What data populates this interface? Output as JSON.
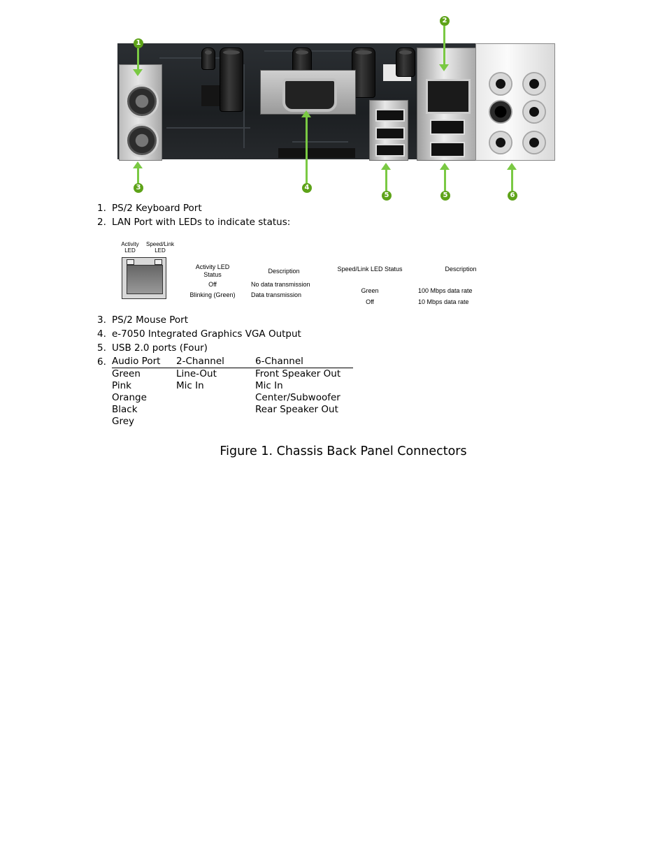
{
  "callouts": [
    "1",
    "2",
    "3",
    "4",
    "5",
    "5",
    "6"
  ],
  "list": [
    {
      "num": "1.",
      "text": "PS/2 Keyboard Port"
    },
    {
      "num": "2.",
      "text": "LAN Port with LEDs to indicate status:"
    },
    {
      "num": "3.",
      "text": "PS/2 Mouse Port"
    },
    {
      "num": "4.",
      "text": "e-7050 Integrated Graphics VGA Output"
    },
    {
      "num": "5.",
      "text": "USB 2.0 ports (Four)"
    },
    {
      "num": "6.",
      "text": ""
    }
  ],
  "led_diagram": {
    "activity_label_1": "Activity",
    "activity_label_2": "LED",
    "speed_label_1": "Speed/Link",
    "speed_label_2": "LED"
  },
  "activity_table": {
    "header_1": "Activity LED",
    "header_2": "Status",
    "header_desc": "Description",
    "rows": [
      {
        "status": "Off",
        "desc": "No data transmission"
      },
      {
        "status": "Blinking (Green)",
        "desc": "Data transmission"
      }
    ]
  },
  "speed_table": {
    "header": "Speed/Link LED Status",
    "header_desc": "Description",
    "rows": [
      {
        "status": "Green",
        "desc": "100 Mbps data rate"
      },
      {
        "status": "Off",
        "desc": "10 Mbps data rate"
      }
    ]
  },
  "audio": {
    "header": [
      "Audio Port",
      "2-Channel",
      "6-Channel"
    ],
    "rows": [
      [
        "Green",
        "Line-Out",
        "Front Speaker Out"
      ],
      [
        "Pink",
        "Mic In",
        "Mic In"
      ],
      [
        "Orange",
        "",
        "Center/Subwoofer"
      ],
      [
        "Black",
        "",
        "Rear Speaker Out"
      ],
      [
        "Grey",
        "",
        ""
      ]
    ]
  },
  "caption": "Figure 1.  Chassis Back Panel Connectors",
  "colors": {
    "callout": "#5ea319",
    "arrow": "#7ac943"
  }
}
